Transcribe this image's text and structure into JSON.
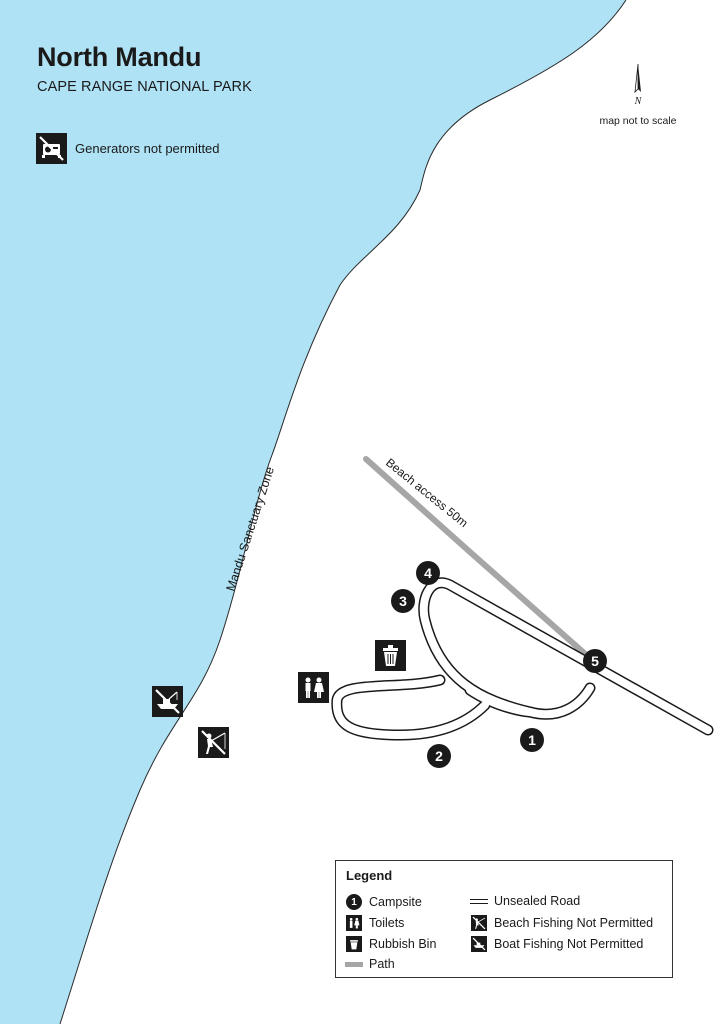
{
  "header": {
    "title": "North Mandu",
    "subtitle": "CAPE RANGE NATIONAL PARK"
  },
  "notice": {
    "icon": "no-generator-icon",
    "label": "Generators not permitted"
  },
  "compass": {
    "letter": "N",
    "scale_note": "map not to scale"
  },
  "map": {
    "ocean_color": "#aee2f4",
    "path_color": "#a6a6a6",
    "zone_label": "Mandu Sanctuary Zone",
    "beach_access_label": "Beach access 50m",
    "campsites": [
      "1",
      "2",
      "3",
      "4",
      "5"
    ],
    "facility_icons": [
      "toilets-icon",
      "rubbish-bin-icon",
      "no-boat-fishing-icon",
      "no-beach-fishing-icon"
    ]
  },
  "legend": {
    "title": "Legend",
    "items": {
      "campsite": "Campsite",
      "toilets": "Toilets",
      "rubbish_bin": "Rubbish Bin",
      "path": "Path",
      "unsealed_road": "Unsealed Road",
      "beach_fishing": "Beach Fishing Not Permitted",
      "boat_fishing": "Boat Fishing Not Permitted"
    },
    "campsite_symbol": "1"
  }
}
